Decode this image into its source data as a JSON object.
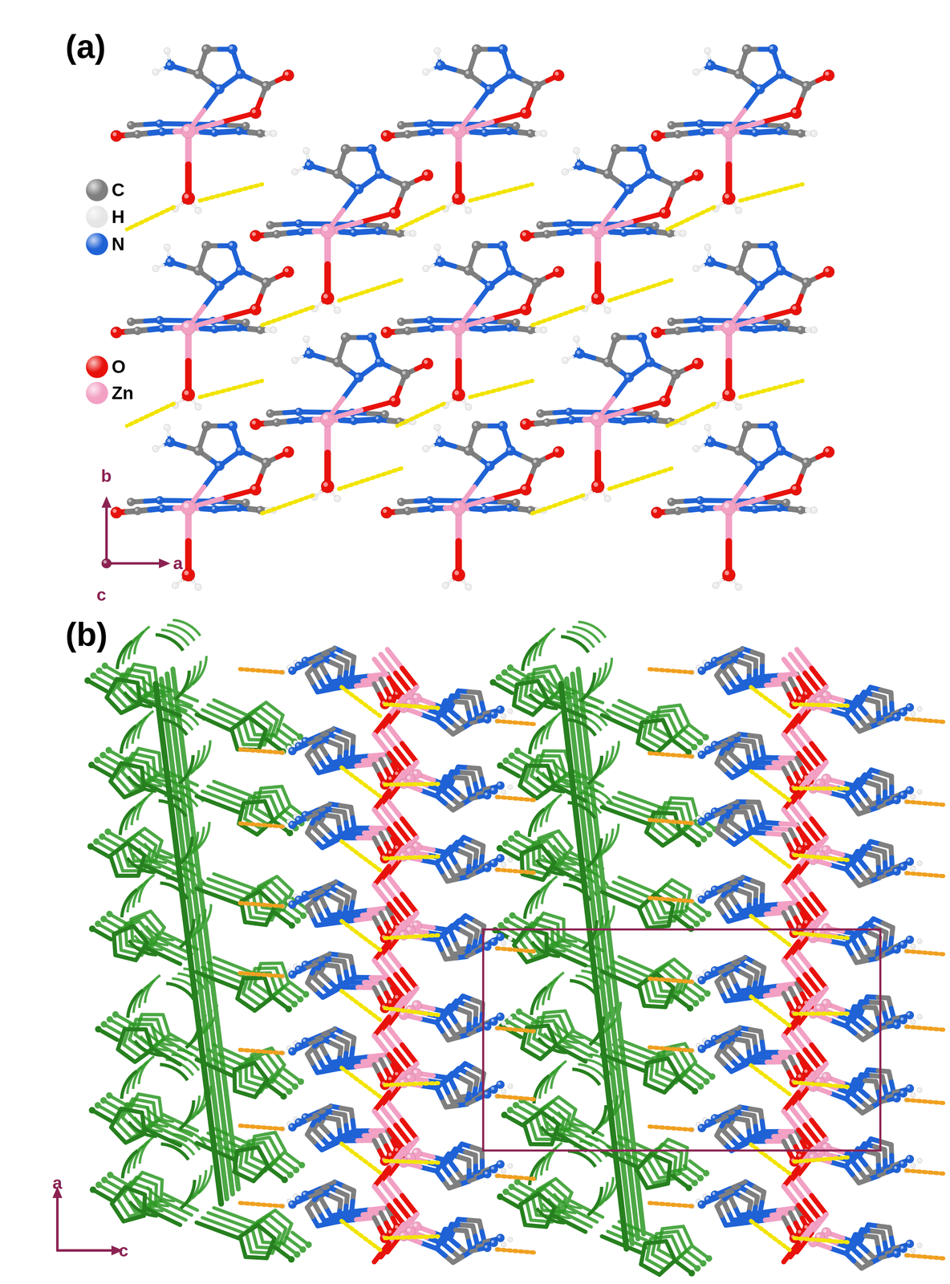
{
  "diagram": {
    "labels": [
      "(a)",
      "b",
      "a",
      "c",
      "(b)",
      "a",
      "c"
    ],
    "legend": [
      {
        "text": "C",
        "color": "#7f7f7f"
      },
      {
        "text": "H",
        "color": "#e6e6e6"
      },
      {
        "text": "N",
        "color": "#1f62d6"
      },
      {
        "text": "O",
        "color": "#e8120c"
      },
      {
        "text": "Zn",
        "color": "#f2a0c4"
      }
    ]
  }
}
